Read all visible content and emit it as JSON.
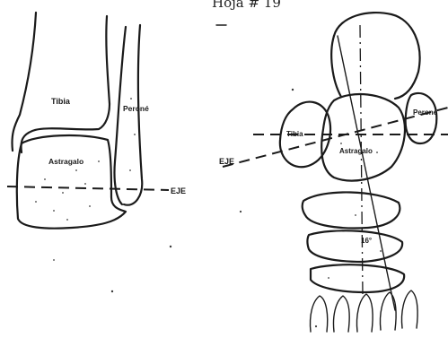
{
  "header": {
    "text": "Hoja # 19"
  },
  "left_view": {
    "labels": {
      "tibia": "Tibia",
      "perone": "Peroné",
      "astragalo": "Astragalo",
      "eje": "EJE"
    }
  },
  "right_view": {
    "labels": {
      "tibia": "Tibia",
      "perone": "Peroné",
      "astragalo": "Astragalo",
      "eje": "EJE",
      "angle": "16°"
    }
  }
}
